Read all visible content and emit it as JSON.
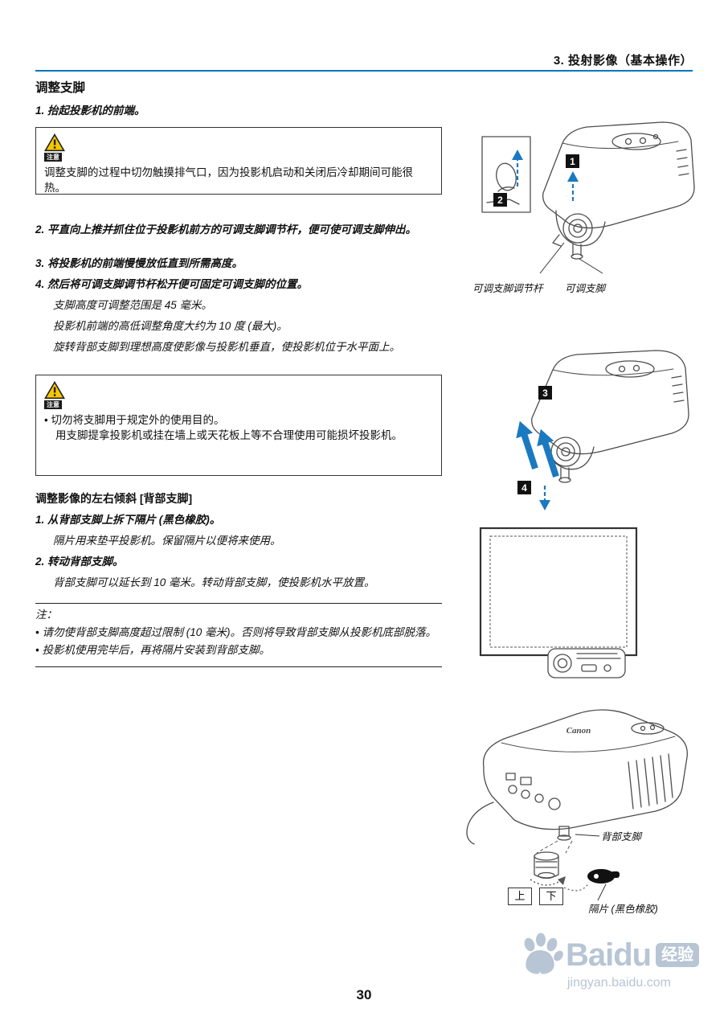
{
  "header": {
    "section_title": "3. 投射影像（基本操作）"
  },
  "left": {
    "title": "调整支脚",
    "step1": "1. 抬起投影机的前端。",
    "caution1": {
      "icon_label": "注意",
      "text": "调整支脚的过程中切勿触摸排气口，因为投影机启动和关闭后冷却期间可能很热。"
    },
    "step2": "2. 平直向上推并抓住位于投影机前方的可调支脚调节杆，便可使可调支脚伸出。",
    "step3": "3. 将投影机的前端慢慢放低直到所需高度。",
    "step4": "4. 然后将可调支脚调节杆松开便可固定可调支脚的位置。",
    "para1": "支脚高度可调整范围是 45 毫米。",
    "para2": "投影机前端的高低调整角度大约为 10 度 (最大)。",
    "para3": "旋转背部支脚到理想高度使影像与投影机垂直，使投影机位于水平面上。",
    "caution2": {
      "icon_label": "注意",
      "bullet": "• 切勿将支脚用于规定外的使用目的。",
      "detail": "用支脚提拿投影机或挂在墙上或天花板上等不合理使用可能损坏投影机。"
    },
    "section2": {
      "title": "调整影像的左右倾斜 [背部支脚]",
      "step1": "1. 从背部支脚上拆下隔片 (黑色橡胶)。",
      "step1_detail": "隔片用来垫平投影机。保留隔片以便将来使用。",
      "step2": "2. 转动背部支脚。",
      "step2_detail": "背部支脚可以延长到 10 毫米。转动背部支脚，使投影机水平放置。"
    },
    "note": {
      "label": "注：",
      "items": [
        "• 请勿使背部支脚高度超过限制 (10 毫米)。否则将导致背部支脚从投影机底部脱落。",
        "• 投影机使用完毕后，再将隔片安装到背部支脚。"
      ]
    }
  },
  "figures": {
    "fig1": {
      "markers": [
        "1",
        "2"
      ],
      "label_lever": "可调支脚调节杆",
      "label_foot": "可调支脚"
    },
    "fig2": {
      "markers": [
        "3",
        "4"
      ]
    },
    "fig4": {
      "brand": "Canon",
      "label_rear_foot": "背部支脚",
      "btn_up": "上",
      "btn_down": "下",
      "label_spacer": "隔片 (黑色橡胶)"
    }
  },
  "watermark": {
    "brand": "Baidu",
    "badge": "经验",
    "url": "jingyan.baidu.com"
  },
  "footer": {
    "page_number": "30"
  },
  "colors": {
    "header_blue": "#0073bc",
    "arrow_blue": "#1b79c0",
    "caution_yellow": "#f6c800",
    "watermark_gray_blue": "#b7c5d4"
  }
}
